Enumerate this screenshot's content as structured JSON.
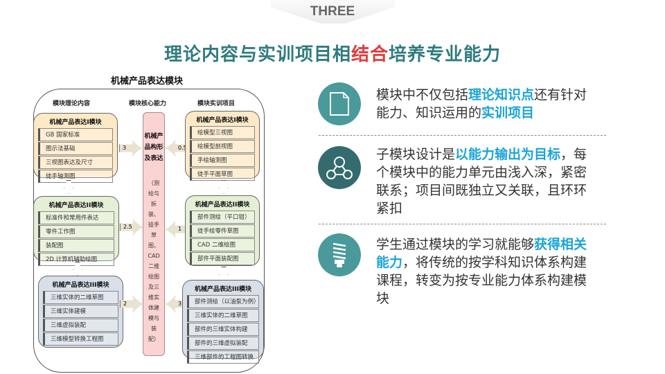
{
  "header": {
    "section_tab": "THREE",
    "title_part1": "理论内容与实训项目相",
    "title_highlight": "结合",
    "title_part2": "培养专业能力"
  },
  "diagram": {
    "title": "机械产品表达模块",
    "col_headers": [
      "模块理论内容",
      "模块核心能力",
      "模块实训项目"
    ],
    "theory_modules": [
      {
        "title": "机械产品表达I模块",
        "items": [
          "GB 国家标准",
          "图示法基础",
          "三视图表达及尺寸",
          "徒手轴测图"
        ],
        "weight": "3"
      },
      {
        "title": "机械产品表达II模块",
        "items": [
          "标准件和常用件表达",
          "零件工作图",
          "装配图",
          "2D 计算机辅助绘图"
        ],
        "weight": "2.5"
      },
      {
        "title": "机械产品表达III模块",
        "items": [
          "三维实体的二维草图",
          "三维实体建模",
          "三维虚拟装配",
          "三维模型转换工程图"
        ],
        "weight": "2"
      }
    ],
    "core": {
      "title": "机械产品构形及表达",
      "detail": "（测绘与拆装、徒手草图、CAD二维绘图及三维实体建模与装配）"
    },
    "practice_modules": [
      {
        "title": "机械产品表达I模块",
        "items": [
          "绘模型三视图",
          "绘模型剖视图",
          "手绘轴测图",
          "徒手平面草图"
        ],
        "weight": "0.5"
      },
      {
        "title": "机械产品表达II模块",
        "items": [
          "部件测绘（平口钳）",
          "徒手绘零件草图",
          "CAD 二维绘图",
          "部件平面装配图"
        ],
        "weight": "1"
      },
      {
        "title": "机械产品表达III模块",
        "items": [
          "部件测绘（以油泵为例）",
          "三维实体的二维草图",
          "部件的三维实体构建",
          "部件的三维虚拟装配",
          "三维部件的工程图转换"
        ],
        "weight": "3"
      }
    ]
  },
  "points": [
    {
      "icon": "document-icon",
      "color": "#4a9a9c",
      "parts": [
        {
          "t": "模块中不仅包括"
        },
        {
          "t": "理论知识点",
          "hl": true
        },
        {
          "t": "还有针对能力、知识运用的"
        },
        {
          "t": "实训项目",
          "hl": true
        }
      ]
    },
    {
      "icon": "network-icon",
      "color": "#336b6e",
      "parts": [
        {
          "t": "子模块设计是"
        },
        {
          "t": "以能力输出为目标",
          "hl": true
        },
        {
          "t": "，每个模块中的能力单元由浅入深，紧密联系；项目间既独立又关联，且环环紧扣"
        }
      ]
    },
    {
      "icon": "lightbulb-icon",
      "color": "#4a9a9c",
      "parts": [
        {
          "t": "学生通过模块的学习就能够"
        },
        {
          "t": "获得相关能力",
          "hl": true
        },
        {
          "t": "，将传统的按学科知识体系构建课程，转变为按专业能力体系构建模块"
        }
      ]
    }
  ]
}
